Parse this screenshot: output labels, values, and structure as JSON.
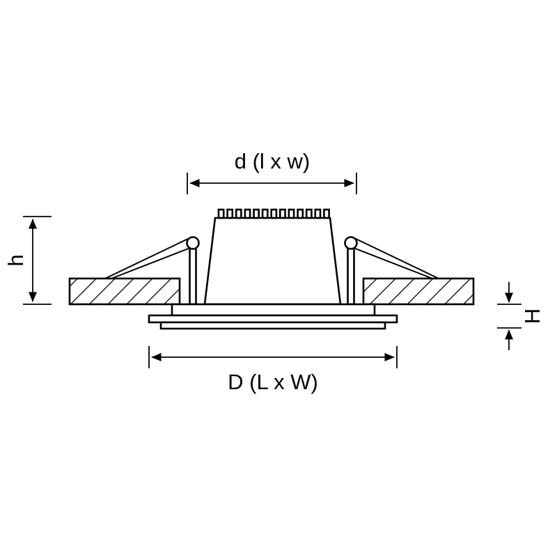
{
  "diagram": {
    "labels": {
      "top": "d (l x w)",
      "left": "h",
      "right": "H",
      "bottom": "D (L x W)"
    },
    "colors": {
      "line": "#000000",
      "background": "#ffffff"
    }
  }
}
